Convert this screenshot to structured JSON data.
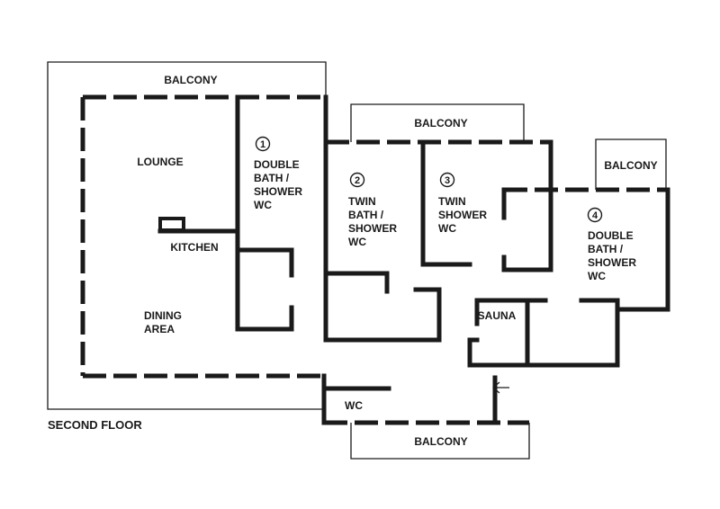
{
  "floor_label": "SECOND FLOOR",
  "rooms": {
    "balcony_top_left": "BALCONY",
    "balcony_top_middle": "BALCONY",
    "balcony_right": "BALCONY",
    "balcony_bottom": "BALCONY",
    "lounge": "LOUNGE",
    "kitchen": "KITCHEN",
    "dining_line1": "DINING",
    "dining_line2": "AREA",
    "wc": "WC",
    "sauna": "SAUNA"
  },
  "bedrooms": [
    {
      "number": "1",
      "lines": [
        "DOUBLE",
        "BATH /",
        "SHOWER",
        "WC"
      ]
    },
    {
      "number": "2",
      "lines": [
        "TWIN",
        "BATH /",
        "SHOWER",
        "WC"
      ]
    },
    {
      "number": "3",
      "lines": [
        "TWIN",
        "SHOWER",
        "WC"
      ]
    },
    {
      "number": "4",
      "lines": [
        "DOUBLE",
        "BATH /",
        "SHOWER",
        "WC"
      ]
    }
  ],
  "colors": {
    "ink": "#1a1a1a",
    "background": "#ffffff"
  },
  "icons": {
    "entrance": "arrow-left-icon"
  }
}
